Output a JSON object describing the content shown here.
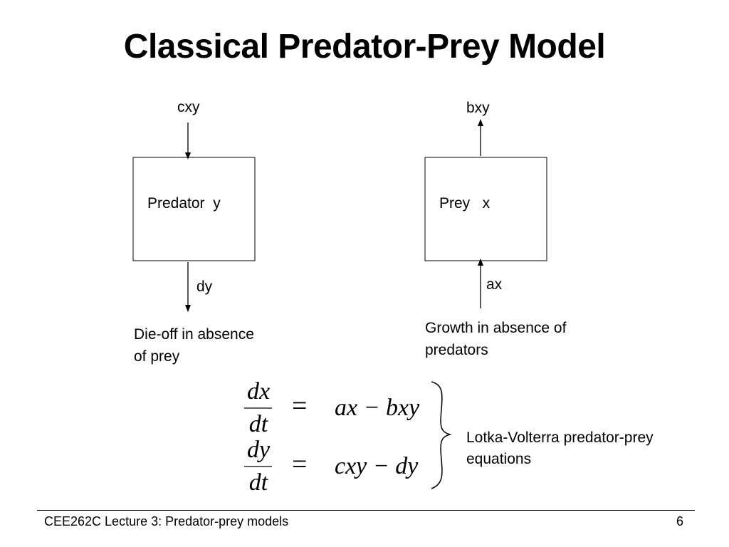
{
  "slide": {
    "title": "Classical Predator-Prey Model"
  },
  "predator": {
    "box_label": "Predator  y",
    "inflow_label": "cxy",
    "outflow_label": "dy",
    "note_line1": "Die-off in absence",
    "note_line2": "of prey"
  },
  "prey": {
    "box_label": "Prey   x",
    "outflow_label": "bxy",
    "inflow_label": "ax",
    "note_line1": "Growth in absence of",
    "note_line2": "predators"
  },
  "equations": {
    "eq1": {
      "lhs_num": "dx",
      "lhs_den": "dt",
      "equals": "=",
      "rhs": "ax − bxy"
    },
    "eq2": {
      "lhs_num": "dy",
      "lhs_den": "dt",
      "equals": "=",
      "rhs": "cxy − dy"
    },
    "caption_line1": "Lotka-Volterra predator-prey",
    "caption_line2": "equations"
  },
  "footer": {
    "course": "CEE262C Lecture 3: Predator-prey models",
    "page_number": "6"
  }
}
